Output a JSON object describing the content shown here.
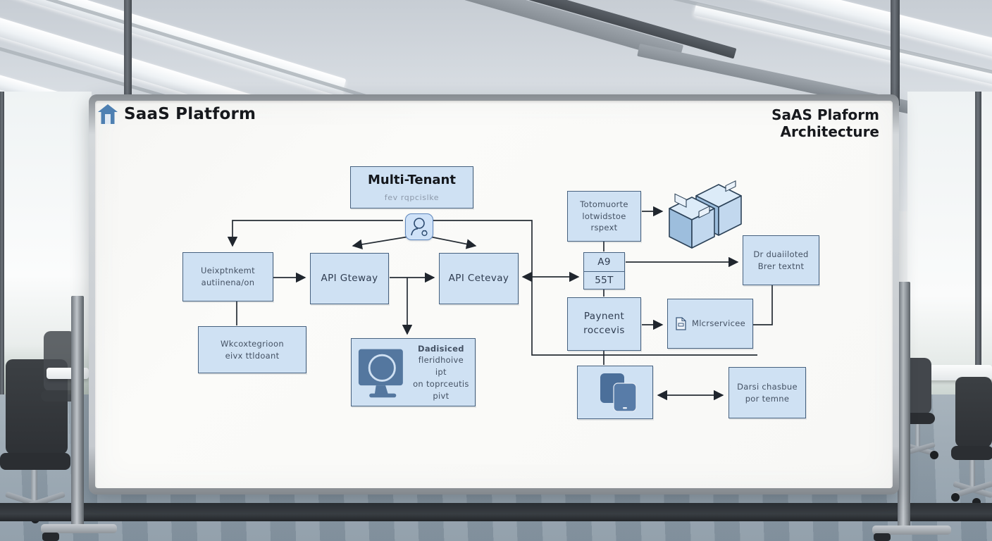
{
  "header": {
    "logo_label": "SaaS Platform",
    "title": "SaAS Plaform Architecture"
  },
  "nodes": {
    "multi_tenant": {
      "title": "Multi-Tenant",
      "subtitle": "fev rqpcislke"
    },
    "user_management": {
      "line1": "Ueixptnkemt",
      "line2": "autiinena/on"
    },
    "api_gateway_1": {
      "label": "API Gteway"
    },
    "api_gateway_2": {
      "label": "API Cetevay"
    },
    "integration": {
      "line1": "Wkcoxtegrioon",
      "line2": "eivx ttldoant"
    },
    "dashboard": {
      "line1": "Dadisiced",
      "line2": "fleridhoive ipt",
      "line3": "on toprceutis",
      "line4": "pivt"
    },
    "tenant_route": {
      "line1": "Totomuorte",
      "line2": "lotwidstoe",
      "line3": "rspext"
    },
    "a9": {
      "top": "A9",
      "bottom": "55T"
    },
    "dedicated": {
      "line1": "Dr duaiiloted",
      "line2": "Brer textnt"
    },
    "payment": {
      "line1": "Paynent",
      "line2": "roccevis"
    },
    "microservices": {
      "label": "Mlcrservicee"
    },
    "database": {
      "line1": "Darsi chasbue",
      "line2": "por temne"
    }
  },
  "icons": {
    "logo": "home-icon",
    "user": "person-icon",
    "dashboard": "monitor-icon",
    "containers": "cubes-icon",
    "microservices": "document-icon",
    "devices": "mobile-devices-icon"
  },
  "colors": {
    "node_fill": "#cfe1f3",
    "node_border": "#46617f",
    "icon_blue": "#54779f",
    "icon_blue_dark": "#4b6f9a",
    "connector": "#222930",
    "title_text": "#17191d"
  }
}
